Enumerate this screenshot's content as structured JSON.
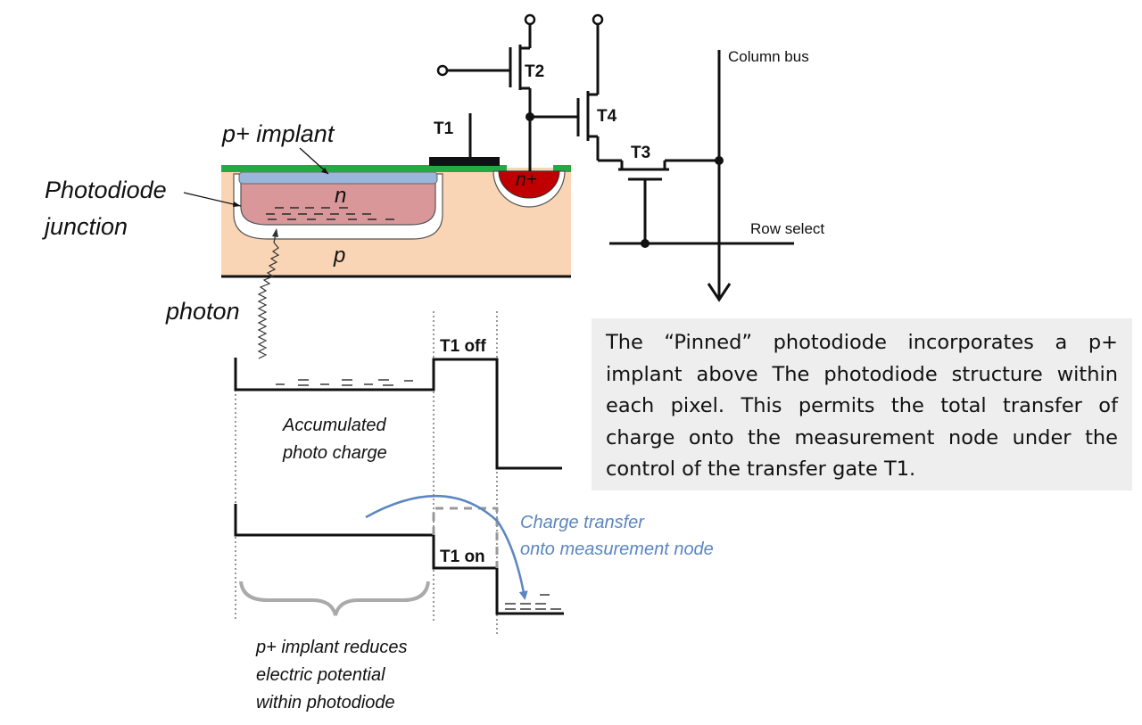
{
  "labels": {
    "p_plus_implant": "p+ implant",
    "photodiode_line1": "Photodiode",
    "photodiode_line2": "junction",
    "region_n": "n",
    "region_p": "p",
    "region_n_plus": "n+",
    "photon": "photon",
    "t1": "T1",
    "t2": "T2",
    "t3": "T3",
    "t4": "T4",
    "column_bus": "Column bus",
    "row_select": "Row select",
    "t1_off": "T1 off",
    "t1_on": "T1 on",
    "accumulated_line1": "Accumulated",
    "accumulated_line2": "photo charge",
    "charge_transfer_line1": "Charge transfer",
    "charge_transfer_line2": "onto measurement node",
    "implant_note_line1": "p+ implant reduces",
    "implant_note_line2": "electric potential",
    "implant_note_line3": "within photodiode"
  },
  "note": {
    "text": "The “Pinned” photodiode incorporates a p+ implant above The photodiode structure within each pixel. This permits the total transfer of charge onto the measurement node under the control of the transfer gate T1."
  },
  "colors": {
    "substrate": "#fad5b5",
    "n_region": "#d9979a",
    "p_plus_layer": "#9ab6dc",
    "surface": "#22aa44",
    "n_plus": "#c00000",
    "charge_transfer": "#5b86c0",
    "note_background": "#eeeeee"
  }
}
